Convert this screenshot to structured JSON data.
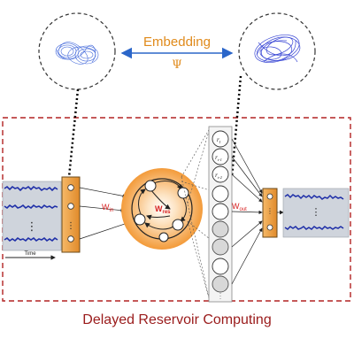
{
  "embedding_label": "Embedding",
  "psi_symbol": "Ψ",
  "input_axis_label": "Time",
  "input_ellipsis": "⋮",
  "w_in_label": "W",
  "w_in_sub": "in",
  "w_res_label": "W",
  "w_res_sub": "res",
  "w_out_label": "W",
  "w_out_sub": "out",
  "state_labels": [
    "r",
    "r",
    "r"
  ],
  "state_subs": [
    "t",
    "t-1",
    "t-2"
  ],
  "footer_title": "Delayed Reservoir Computing",
  "colors": {
    "frame": "#b22222",
    "embedding_text": "#e08a1a",
    "embedding_arrow": "#2b66c9",
    "attractor": "#2a55d6",
    "signal": "#1f2fa8",
    "signal_bg": "#cfd4dc",
    "io_node": "#f2a84a",
    "reservoir_glow": "#f39b3a",
    "res_label": "#d62020",
    "footer_text": "#9a1b1b"
  },
  "icons": {
    "left_attractor": "lorenz-attractor-icon",
    "right_attractor": "embedded-attractor-icon"
  }
}
